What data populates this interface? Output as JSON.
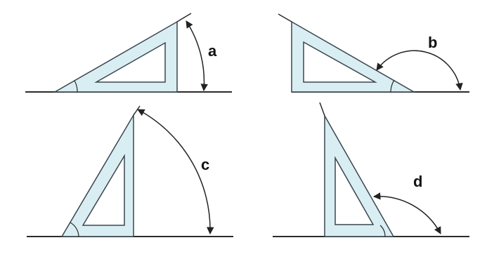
{
  "colors": {
    "background": "#ffffff",
    "square_fill": "#d9eef2",
    "square_stroke": "#3a4650",
    "line": "#2b2b2b",
    "arrow": "#222222"
  },
  "figures": [
    {
      "label": "a"
    },
    {
      "label": "b"
    },
    {
      "label": "c"
    },
    {
      "label": "d"
    }
  ]
}
